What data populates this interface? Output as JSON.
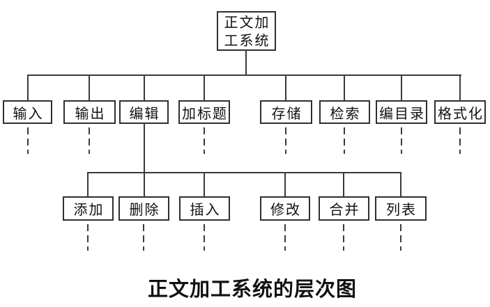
{
  "diagram": {
    "root": {
      "line1": "正文加",
      "line2": "工系统"
    },
    "level2": [
      "输入",
      "输出",
      "编辑",
      "加标题",
      "存储",
      "检索",
      "编目录",
      "格式化"
    ],
    "level3": [
      "添加",
      "删除",
      "插入",
      "修改",
      "合并",
      "列表"
    ],
    "caption": "正文加工系统的层次图",
    "colors": {
      "line": "#3a3a3a",
      "box_border": "#2f2f2f",
      "text": "#111111",
      "background": "#ffffff"
    }
  }
}
